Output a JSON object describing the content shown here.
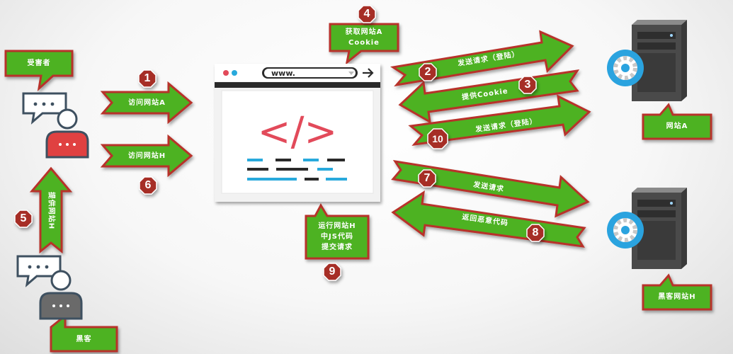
{
  "actors": {
    "victim": "受害者",
    "hacker": "黑客",
    "site_a": "网站A",
    "site_h": "黑客网站H"
  },
  "browser": {
    "url": "www.",
    "code_symbol": "</>"
  },
  "callouts": {
    "get_cookie": "获取网站A\nCookie",
    "run_js": "运行网站H\n中JS代码\n提交请求"
  },
  "arrows": {
    "visit_a": "访问网站A",
    "visit_h": "访问网站H",
    "provide_h": "提供网站H",
    "send_login": "发送请求（登陆）",
    "provide_cookie": "提供Cookie",
    "send_login_2": "发送请求（登陆）",
    "send_request": "发送请求",
    "return_code": "返回恶意代码"
  },
  "steps": [
    "1",
    "2",
    "3",
    "4",
    "5",
    "6",
    "7",
    "8",
    "9",
    "10"
  ],
  "colors": {
    "green": "#4db224",
    "green_dark": "#3a8f18",
    "red": "#b8322a",
    "badge": "#a62d27",
    "code_red": "#e24a5a",
    "code_blue": "#28a9dc"
  },
  "icons": [
    "chat-user-icon",
    "server-icon",
    "gear-icon",
    "browser-window-icon"
  ]
}
